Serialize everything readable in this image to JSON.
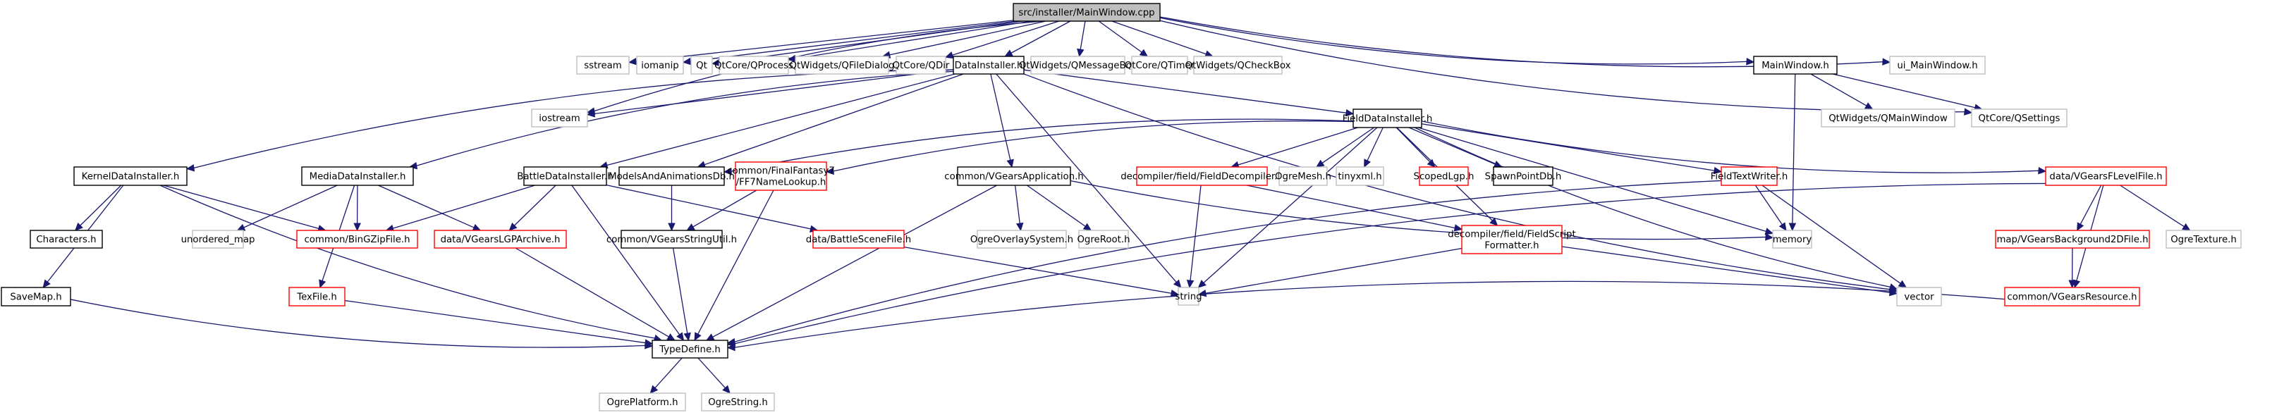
{
  "title": "src/installer/MainWindow.cpp include dependency graph",
  "styles": {
    "root": {
      "fill": "#bfbfbf",
      "stroke": "#000000"
    },
    "documented": {
      "fill": "#ffffff",
      "stroke": "#000000"
    },
    "undocumented": {
      "fill": "#ffffff",
      "stroke": "#ff0000"
    },
    "external": {
      "fill": "#ffffff",
      "stroke": "#bfbfbf"
    },
    "edge_color": "#191970"
  },
  "nodes": {
    "main_cpp": {
      "label": [
        "src/installer/MainWindow.cpp"
      ],
      "kind": "root"
    },
    "sstream": {
      "label": [
        "sstream"
      ],
      "kind": "external"
    },
    "iomanip": {
      "label": [
        "iomanip"
      ],
      "kind": "external"
    },
    "qt": {
      "label": [
        "Qt"
      ],
      "kind": "external"
    },
    "qprocess": {
      "label": [
        "QtCore/QProcess"
      ],
      "kind": "external"
    },
    "qfiledialog": {
      "label": [
        "QtWidgets/QFileDialog"
      ],
      "kind": "external"
    },
    "qdir": {
      "label": [
        "QtCore/QDir"
      ],
      "kind": "external"
    },
    "datainstaller": {
      "label": [
        "DataInstaller.h"
      ],
      "kind": "documented"
    },
    "qmessagebox": {
      "label": [
        "QtWidgets/QMessageBox"
      ],
      "kind": "external"
    },
    "qtimer": {
      "label": [
        "QtCore/QTimer"
      ],
      "kind": "external"
    },
    "qcheckbox": {
      "label": [
        "QtWidgets/QCheckBox"
      ],
      "kind": "external"
    },
    "mainwindow_h": {
      "label": [
        "MainWindow.h"
      ],
      "kind": "documented"
    },
    "ui_mainwindow": {
      "label": [
        "ui_MainWindow.h"
      ],
      "kind": "external"
    },
    "iostream": {
      "label": [
        "iostream"
      ],
      "kind": "external"
    },
    "fielddatainstaller": {
      "label": [
        "FieldDataInstaller.h"
      ],
      "kind": "documented"
    },
    "qmainwindow": {
      "label": [
        "QtWidgets/QMainWindow"
      ],
      "kind": "external"
    },
    "qsettings": {
      "label": [
        "QtCore/QSettings"
      ],
      "kind": "external"
    },
    "kerneldatainstaller": {
      "label": [
        "KernelDataInstaller.h"
      ],
      "kind": "documented"
    },
    "mediadatainstaller": {
      "label": [
        "MediaDataInstaller.h"
      ],
      "kind": "documented"
    },
    "battledatainstaller": {
      "label": [
        "BattleDataInstaller.h"
      ],
      "kind": "documented"
    },
    "modelsanimdb": {
      "label": [
        "ModelsAndAnimationsDb.h"
      ],
      "kind": "documented"
    },
    "ff7namelookup": {
      "label": [
        "common/FinalFantasy7",
        "/FF7NameLookup.h"
      ],
      "kind": "undocumented"
    },
    "vgearsapp": {
      "label": [
        "common/VGearsApplication.h"
      ],
      "kind": "documented"
    },
    "fielddecompiler": {
      "label": [
        "decompiler/field/FieldDecompiler.h"
      ],
      "kind": "undocumented"
    },
    "ogremesh": {
      "label": [
        "OgreMesh.h"
      ],
      "kind": "external"
    },
    "tinyxml": {
      "label": [
        "tinyxml.h"
      ],
      "kind": "external"
    },
    "scopedlgp": {
      "label": [
        "ScopedLgp.h"
      ],
      "kind": "undocumented"
    },
    "spawnpointdb": {
      "label": [
        "SpawnPointDb.h"
      ],
      "kind": "documented"
    },
    "fieldtextwriter": {
      "label": [
        "FieldTextWriter.h"
      ],
      "kind": "undocumented"
    },
    "vgearsflevel": {
      "label": [
        "data/VGearsFLevelFile.h"
      ],
      "kind": "undocumented"
    },
    "characters": {
      "label": [
        "Characters.h"
      ],
      "kind": "documented"
    },
    "unordered_map": {
      "label": [
        "unordered_map"
      ],
      "kind": "external"
    },
    "bingzip": {
      "label": [
        "common/BinGZipFile.h"
      ],
      "kind": "undocumented"
    },
    "lgparchive": {
      "label": [
        "data/VGearsLGPArchive.h"
      ],
      "kind": "undocumented"
    },
    "stringutil": {
      "label": [
        "common/VGearsStringUtil.h"
      ],
      "kind": "documented"
    },
    "battlescene": {
      "label": [
        "data/BattleSceneFile.h"
      ],
      "kind": "undocumented"
    },
    "ogreoverlay": {
      "label": [
        "OgreOverlaySystem.h"
      ],
      "kind": "external"
    },
    "ogreroot": {
      "label": [
        "OgreRoot.h"
      ],
      "kind": "external"
    },
    "fieldscriptfmt": {
      "label": [
        "decompiler/field/FieldScript",
        "Formatter.h"
      ],
      "kind": "undocumented"
    },
    "memory": {
      "label": [
        "memory"
      ],
      "kind": "external"
    },
    "background2d": {
      "label": [
        "map/VGearsBackground2DFile.h"
      ],
      "kind": "undocumented"
    },
    "ogretexture": {
      "label": [
        "OgreTexture.h"
      ],
      "kind": "external"
    },
    "savemap": {
      "label": [
        "SaveMap.h"
      ],
      "kind": "documented"
    },
    "texfile": {
      "label": [
        "TexFile.h"
      ],
      "kind": "undocumented"
    },
    "string": {
      "label": [
        "string"
      ],
      "kind": "external"
    },
    "vector": {
      "label": [
        "vector"
      ],
      "kind": "external"
    },
    "vgearsresource": {
      "label": [
        "common/VGearsResource.h"
      ],
      "kind": "undocumented"
    },
    "typedefine": {
      "label": [
        "TypeDefine.h"
      ],
      "kind": "documented"
    },
    "ogreplatform": {
      "label": [
        "OgrePlatform.h"
      ],
      "kind": "external"
    },
    "ogrestring": {
      "label": [
        "OgreString.h"
      ],
      "kind": "external"
    }
  },
  "edges": [
    [
      "main_cpp",
      "sstream"
    ],
    [
      "main_cpp",
      "iomanip"
    ],
    [
      "main_cpp",
      "qt"
    ],
    [
      "main_cpp",
      "qprocess"
    ],
    [
      "main_cpp",
      "qfiledialog"
    ],
    [
      "main_cpp",
      "qdir"
    ],
    [
      "main_cpp",
      "datainstaller"
    ],
    [
      "main_cpp",
      "qmessagebox"
    ],
    [
      "main_cpp",
      "qtimer"
    ],
    [
      "main_cpp",
      "qcheckbox"
    ],
    [
      "main_cpp",
      "mainwindow_h"
    ],
    [
      "main_cpp",
      "ui_mainwindow"
    ],
    [
      "main_cpp",
      "qsettings"
    ],
    [
      "main_cpp",
      "iostream"
    ],
    [
      "datainstaller",
      "iostream"
    ],
    [
      "datainstaller",
      "kerneldatainstaller"
    ],
    [
      "datainstaller",
      "mediadatainstaller"
    ],
    [
      "datainstaller",
      "battledatainstaller"
    ],
    [
      "datainstaller",
      "modelsanimdb"
    ],
    [
      "datainstaller",
      "vgearsapp"
    ],
    [
      "datainstaller",
      "fielddatainstaller"
    ],
    [
      "datainstaller",
      "string"
    ],
    [
      "datainstaller",
      "vector"
    ],
    [
      "mainwindow_h",
      "qmainwindow"
    ],
    [
      "mainwindow_h",
      "qsettings"
    ],
    [
      "mainwindow_h",
      "memory"
    ],
    [
      "fielddatainstaller",
      "modelsanimdb"
    ],
    [
      "fielddatainstaller",
      "ff7namelookup"
    ],
    [
      "fielddatainstaller",
      "fielddecompiler"
    ],
    [
      "fielddatainstaller",
      "ogremesh"
    ],
    [
      "fielddatainstaller",
      "tinyxml"
    ],
    [
      "fielddatainstaller",
      "scopedlgp"
    ],
    [
      "fielddatainstaller",
      "spawnpointdb"
    ],
    [
      "fielddatainstaller",
      "fieldtextwriter"
    ],
    [
      "fielddatainstaller",
      "vgearsflevel"
    ],
    [
      "fielddatainstaller",
      "fieldscriptfmt"
    ],
    [
      "fielddatainstaller",
      "string"
    ],
    [
      "fielddatainstaller",
      "vector"
    ],
    [
      "fielddatainstaller",
      "memory"
    ],
    [
      "kerneldatainstaller",
      "characters"
    ],
    [
      "kerneldatainstaller",
      "bingzip"
    ],
    [
      "kerneldatainstaller",
      "savemap"
    ],
    [
      "kerneldatainstaller",
      "typedefine"
    ],
    [
      "mediadatainstaller",
      "unordered_map"
    ],
    [
      "mediadatainstaller",
      "bingzip"
    ],
    [
      "mediadatainstaller",
      "lgparchive"
    ],
    [
      "mediadatainstaller",
      "texfile"
    ],
    [
      "battledatainstaller",
      "bingzip"
    ],
    [
      "battledatainstaller",
      "lgparchive"
    ],
    [
      "battledatainstaller",
      "battlescene"
    ],
    [
      "battledatainstaller",
      "typedefine"
    ],
    [
      "modelsanimdb",
      "stringutil"
    ],
    [
      "ff7namelookup",
      "stringutil"
    ],
    [
      "ff7namelookup",
      "typedefine"
    ],
    [
      "vgearsapp",
      "ogreoverlay"
    ],
    [
      "vgearsapp",
      "ogreroot"
    ],
    [
      "vgearsapp",
      "typedefine"
    ],
    [
      "vgearsapp",
      "memory"
    ],
    [
      "fielddecompiler",
      "fieldscriptfmt"
    ],
    [
      "fielddecompiler",
      "string"
    ],
    [
      "fieldtextwriter",
      "memory"
    ],
    [
      "fieldtextwriter",
      "vector"
    ],
    [
      "fieldtextwriter",
      "typedefine"
    ],
    [
      "vgearsflevel",
      "background2d"
    ],
    [
      "vgearsflevel",
      "ogretexture"
    ],
    [
      "vgearsflevel",
      "vgearsresource"
    ],
    [
      "vgearsflevel",
      "typedefine"
    ],
    [
      "background2d",
      "vgearsresource"
    ],
    [
      "vgearsresource",
      "typedefine"
    ],
    [
      "lgparchive",
      "typedefine"
    ],
    [
      "stringutil",
      "typedefine"
    ],
    [
      "battlescene",
      "string"
    ],
    [
      "fieldscriptfmt",
      "string"
    ],
    [
      "fieldscriptfmt",
      "vector"
    ],
    [
      "savemap",
      "typedefine"
    ],
    [
      "texfile",
      "typedefine"
    ],
    [
      "typedefine",
      "ogreplatform"
    ],
    [
      "typedefine",
      "ogrestring"
    ]
  ]
}
